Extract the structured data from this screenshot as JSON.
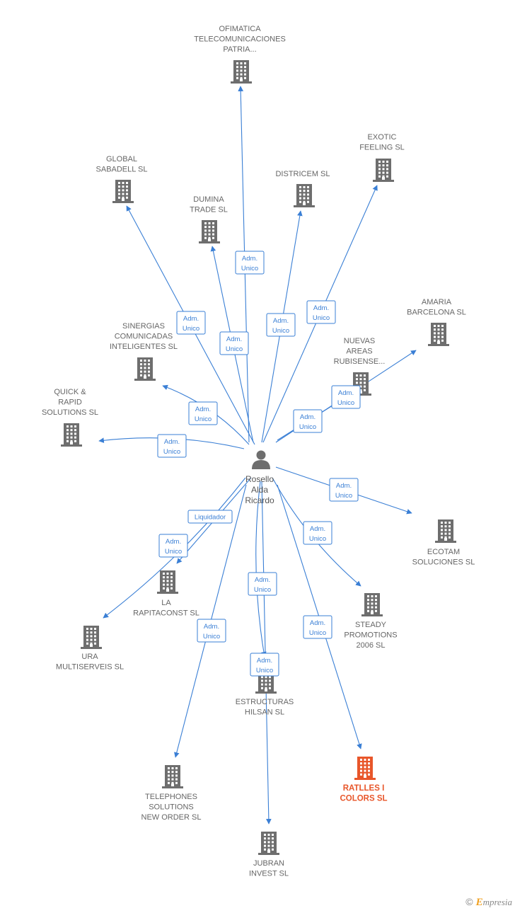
{
  "person": {
    "name_lines": [
      "Rosello",
      "Alda",
      "Ricardo"
    ]
  },
  "companies": [
    {
      "id": "ofimatica",
      "lines": [
        "OFIMATICA",
        "TELECOMUNICACIONES",
        "PATRIA..."
      ],
      "highlight": false,
      "role": "Adm. Unico"
    },
    {
      "id": "exotic",
      "lines": [
        "EXOTIC",
        "FEELING SL"
      ],
      "highlight": false,
      "role": "Adm. Unico"
    },
    {
      "id": "global",
      "lines": [
        "GLOBAL",
        "SABADELL SL"
      ],
      "highlight": false,
      "role": "Adm. Unico"
    },
    {
      "id": "districem",
      "lines": [
        "DISTRICEM SL"
      ],
      "highlight": false,
      "role": "Adm. Unico"
    },
    {
      "id": "dumina",
      "lines": [
        "DUMINA",
        "TRADE SL"
      ],
      "highlight": false,
      "role": "Adm. Unico"
    },
    {
      "id": "amaria",
      "lines": [
        "AMARIA",
        "BARCELONA SL"
      ],
      "highlight": false,
      "role": "Adm. Unico"
    },
    {
      "id": "nuevas",
      "lines": [
        "NUEVAS",
        "AREAS",
        "RUBISENSE..."
      ],
      "highlight": false,
      "role": "Adm. Unico"
    },
    {
      "id": "sinergias",
      "lines": [
        "SINERGIAS",
        "COMUNICADAS",
        "INTELIGENTES SL"
      ],
      "highlight": false,
      "role": "Adm. Unico"
    },
    {
      "id": "quick",
      "lines": [
        "QUICK &",
        "RAPID",
        "SOLUTIONS SL"
      ],
      "highlight": false,
      "role": "Adm. Unico"
    },
    {
      "id": "ecotam",
      "lines": [
        "ECOTAM",
        "SOLUCIONES SL"
      ],
      "highlight": false,
      "role": "Adm. Unico"
    },
    {
      "id": "steady",
      "lines": [
        "STEADY",
        "PROMOTIONS",
        "2006 SL"
      ],
      "highlight": false,
      "role": "Adm. Unico"
    },
    {
      "id": "la",
      "lines": [
        "LA",
        "RAPITACONST SL"
      ],
      "highlight": false,
      "role": "Liquidador"
    },
    {
      "id": "ura",
      "lines": [
        "URA",
        "MULTISERVEIS SL"
      ],
      "highlight": false,
      "role": "Adm. Unico"
    },
    {
      "id": "estructuras",
      "lines": [
        "ESTRUCTURAS",
        "HILSAN  SL"
      ],
      "highlight": false,
      "role": "Adm. Unico"
    },
    {
      "id": "ratlles",
      "lines": [
        "RATLLES I",
        "COLORS SL"
      ],
      "highlight": true,
      "role": "Adm. Unico"
    },
    {
      "id": "telephones",
      "lines": [
        "TELEPHONES",
        "SOLUTIONS",
        "NEW ORDER SL"
      ],
      "highlight": false,
      "role": "Adm. Unico"
    },
    {
      "id": "jubran",
      "lines": [
        "JUBRAN",
        "INVEST SL"
      ],
      "highlight": false,
      "role": "Adm. Unico"
    }
  ],
  "colors": {
    "edge": "#3a7fd5",
    "building": "#6e6e6e",
    "highlight": "#e8562a",
    "person": "#6e6e6e"
  },
  "footer": {
    "copyright_symbol": "©",
    "brand_initial": "E",
    "brand_rest": "mpresia"
  }
}
